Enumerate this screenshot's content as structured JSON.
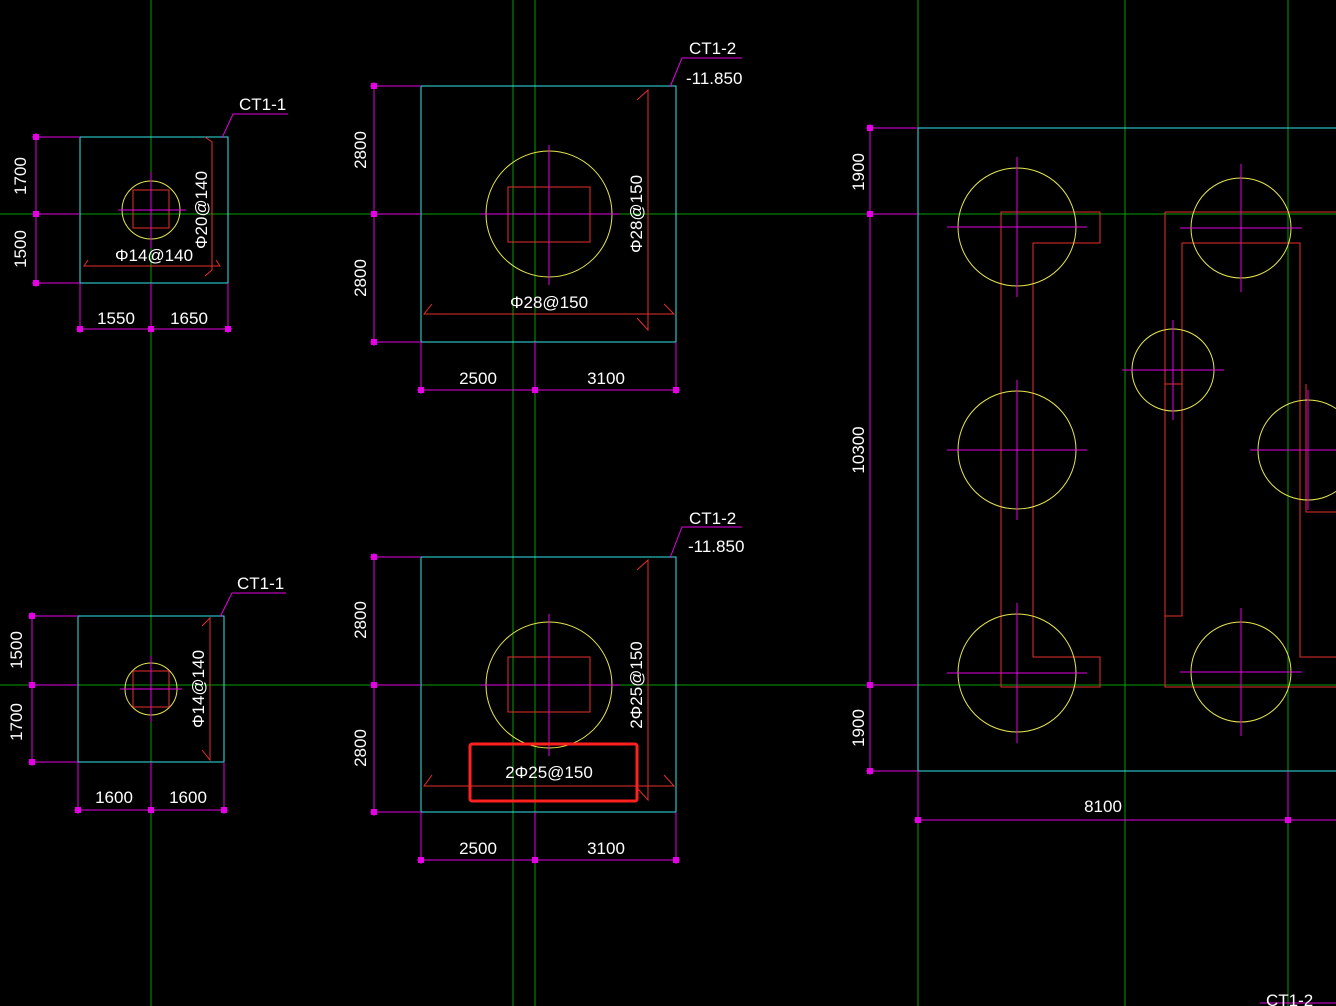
{
  "colors": {
    "background": "#000000",
    "grid": "#00a000",
    "outline": "#33e6e6",
    "pile": "#e6e64d",
    "rebar": "#e62e2e",
    "dimension": "#e600e6",
    "text": "#ffffff",
    "highlight": "#ff2020"
  },
  "footings": {
    "ct1_1_top": {
      "tag": "CT1-1",
      "dim_left_top": "1700",
      "dim_left_bottom": "1500",
      "dim_bottom_left": "1550",
      "dim_bottom_right": "1650",
      "rebar_vertical": "Φ20@140",
      "rebar_horizontal": "Φ14@140"
    },
    "ct1_2_top": {
      "tag": "CT1-2",
      "elevation": "-11.850",
      "dim_left_top": "2800",
      "dim_left_bottom": "2800",
      "dim_bottom_left": "2500",
      "dim_bottom_right": "3100",
      "rebar_vertical": "Φ28@150",
      "rebar_horizontal": "Φ28@150"
    },
    "ct1_1_bottom": {
      "tag": "CT1-1",
      "dim_left_top": "1500",
      "dim_left_bottom": "1700",
      "dim_bottom_left": "1600",
      "dim_bottom_right": "1600",
      "rebar_vertical": "Φ14@140"
    },
    "ct1_2_bottom": {
      "tag": "CT1-2",
      "elevation": "-11.850",
      "dim_left_top": "2800",
      "dim_left_bottom": "2800",
      "dim_bottom_left": "2500",
      "dim_bottom_right": "3100",
      "rebar_vertical": "2Φ25@150",
      "rebar_horizontal": "2Φ25@150"
    },
    "large_cap": {
      "dim_left_top": "1900",
      "dim_left_mid": "10300",
      "dim_left_bottom": "1900",
      "dim_bottom": "8100",
      "tag_partial": "CT1-2"
    }
  }
}
